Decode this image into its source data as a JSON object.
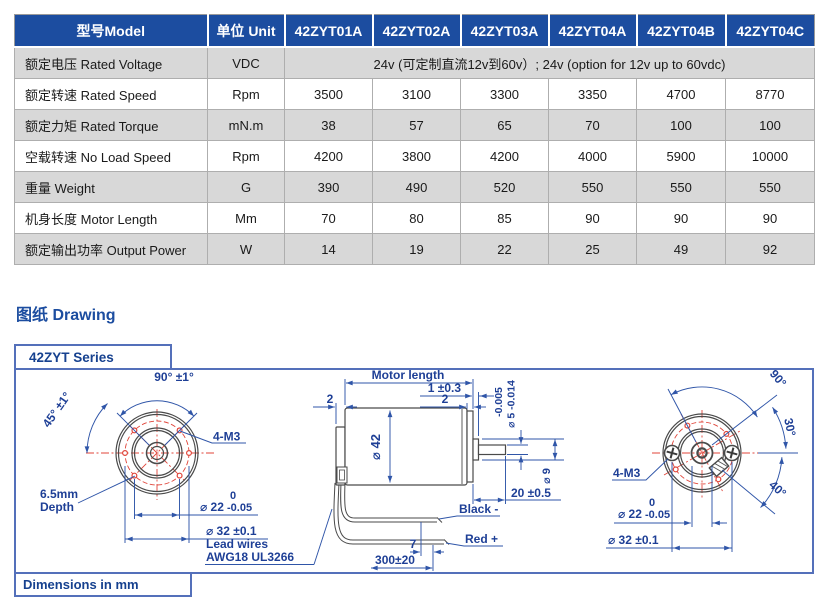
{
  "table": {
    "header": {
      "model": "型号Model",
      "unit": "单位 Unit",
      "models": [
        "42ZYT01A",
        "42ZYT02A",
        "42ZYT03A",
        "42ZYT04A",
        "42ZYT04B",
        "42ZYT04C"
      ]
    },
    "rows": [
      {
        "label": "额定电压 Rated Voltage",
        "unit": "VDC",
        "span_value": "24v (可定制直流12v到60v）; 24v (option for 12v up to 60vdc)"
      },
      {
        "label": "额定转速 Rated Speed",
        "unit": "Rpm",
        "values": [
          "3500",
          "3100",
          "3300",
          "3350",
          "4700",
          "8770"
        ]
      },
      {
        "label": "额定力矩 Rated Torque",
        "unit": "mN.m",
        "values": [
          "38",
          "57",
          "65",
          "70",
          "100",
          "100"
        ]
      },
      {
        "label": "空载转速 No Load Speed",
        "unit": "Rpm",
        "values": [
          "4200",
          "3800",
          "4200",
          "4000",
          "5900",
          "10000"
        ]
      },
      {
        "label": "重量 Weight",
        "unit": "G",
        "values": [
          "390",
          "490",
          "520",
          "550",
          "550",
          "550"
        ]
      },
      {
        "label": "机身长度 Motor Length",
        "unit": "Mm",
        "values": [
          "70",
          "80",
          "85",
          "90",
          "90",
          "90"
        ]
      },
      {
        "label": "额定输出功率 Output Power",
        "unit": "W",
        "values": [
          "14",
          "19",
          "22",
          "25",
          "49",
          "92"
        ]
      }
    ],
    "colors": {
      "header_bg": "#1c4da0",
      "row_gray": "#d8d8d8"
    }
  },
  "drawing": {
    "heading": "图纸 Drawing",
    "series_tab": "42ZYT Series",
    "dimensions_note": "Dimensions in mm",
    "front": {
      "angle_90": "90° ±1°",
      "angle_45": "45° ±1°",
      "screw_label": "4-M3",
      "depth_line1": "6.5mm",
      "depth_line2": "Depth",
      "dia22": "⌀ 22",
      "dia22_tol_upper": "0",
      "dia22_tol_lower": "-0.05",
      "dia32": "⌀ 32 ±0.1"
    },
    "side": {
      "motor_length": "Motor length",
      "flange_dim": "1 ±0.3",
      "rear_cap_dim": "2",
      "flange_width_dim": "2",
      "dia42": "⌀ 42",
      "shaft_tol_upper": "-0.005",
      "shaft_dia": "⌀ 5 -0.014",
      "boss_dia": "⌀ 9",
      "shaft_len": "20 ±0.5",
      "wire_black": "Black -",
      "wire_red": "Red +",
      "tip_len": "7",
      "wire_len": "300±20",
      "lead_line1": "Lead wires",
      "lead_line2": "AWG18 UL3266"
    },
    "rear": {
      "angle_90": "90°",
      "angle_30": "30°",
      "angle_40": "40°",
      "screw_label": "4-M3",
      "dia22": "⌀ 22",
      "dia22_tol_upper": "0",
      "dia22_tol_lower": "-0.05",
      "dia32": "⌀ 32 ±0.1"
    }
  }
}
